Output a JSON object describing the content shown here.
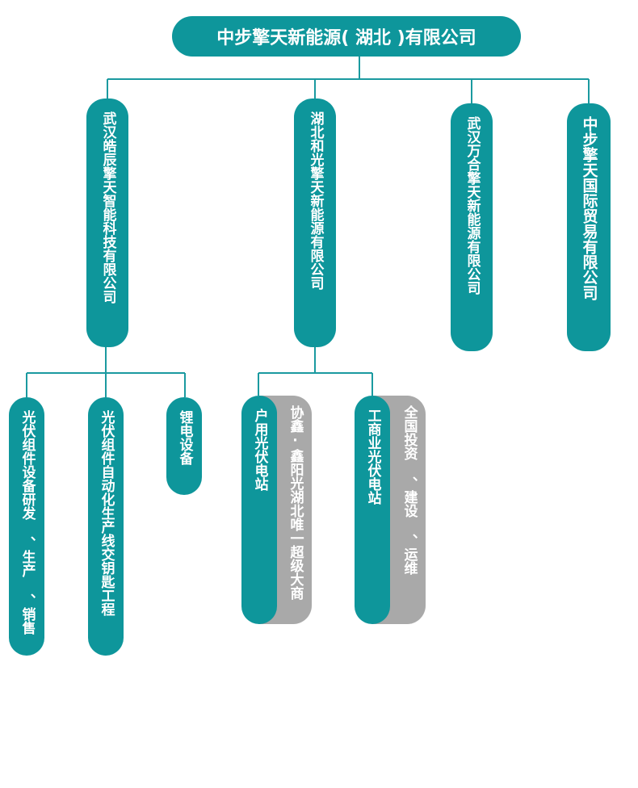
{
  "root": {
    "label": "中步擎天新能源( 湖北 )有限公司"
  },
  "companies": [
    {
      "label": "武汉皓辰擎天智能科技有限公司"
    },
    {
      "label": "湖北和光擎天新能源有限公司"
    },
    {
      "label": "武汉万合擎天新能源有限公司"
    },
    {
      "label": "中步擎天国际贸易有限公司"
    }
  ],
  "haochen_divisions": [
    {
      "label": "光伏组件设备研发 、生产 、销售"
    },
    {
      "label": "光伏组件自动化生产线交钥匙工程"
    },
    {
      "label": "锂电设备"
    }
  ],
  "heguang_divisions": [
    {
      "label": "户用光伏电站",
      "note": "协鑫·鑫阳光湖北唯一超级大商"
    },
    {
      "label": "工商业光伏电站",
      "note": "全国投资 、建设 、运维"
    }
  ],
  "colors": {
    "teal": "#0e969b",
    "gray": "#a9a9a9",
    "line": "#1b9aa0"
  }
}
